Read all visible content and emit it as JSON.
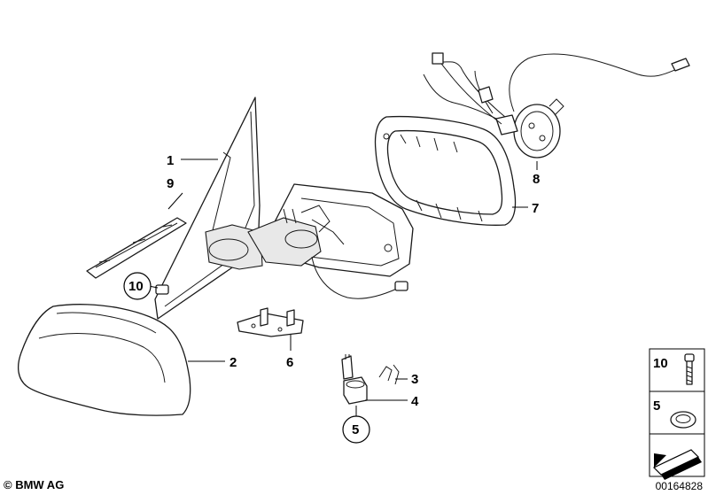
{
  "callouts": {
    "c1": "1",
    "c2": "2",
    "c3": "3",
    "c4": "4",
    "c5": "5",
    "c6": "6",
    "c7": "7",
    "c8": "8",
    "c9": "9",
    "c10": "10"
  },
  "legend": {
    "item_10": "10",
    "item_5": "5"
  },
  "footer": {
    "copyright": "© BMW AG",
    "drawing_number": "00164828"
  }
}
